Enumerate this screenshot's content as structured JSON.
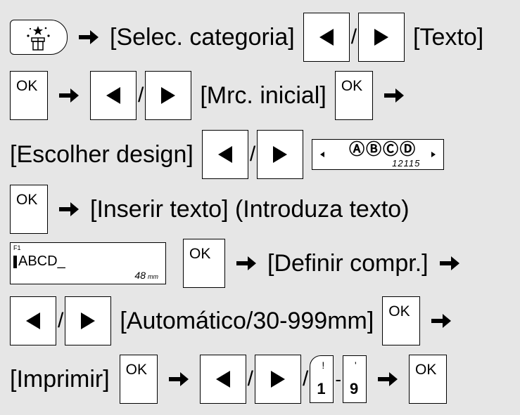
{
  "steps": {
    "select_category": "[Selec. categoria]",
    "text": "[Texto]",
    "initial_mark": "[Mrc. inicial]",
    "choose_design": "[Escolher design]",
    "insert_text": "[Inserir texto] (Introduza texto)",
    "set_length": "[Definir compr.]",
    "length_options": "[Automático/30-999mm]",
    "print": "[Imprimir]"
  },
  "keys": {
    "ok": "OK",
    "slash": "/",
    "dash": "-",
    "num_one": "1",
    "num_one_sub": "!",
    "num_nine": "9",
    "num_nine_sub": "'"
  },
  "lcd_design": {
    "marks": "ⒶⒷⒸⒹ",
    "value": "12115"
  },
  "lcd_text": {
    "font_tag": "F1",
    "text": "ABCD_",
    "length": "48",
    "unit": "mm"
  }
}
